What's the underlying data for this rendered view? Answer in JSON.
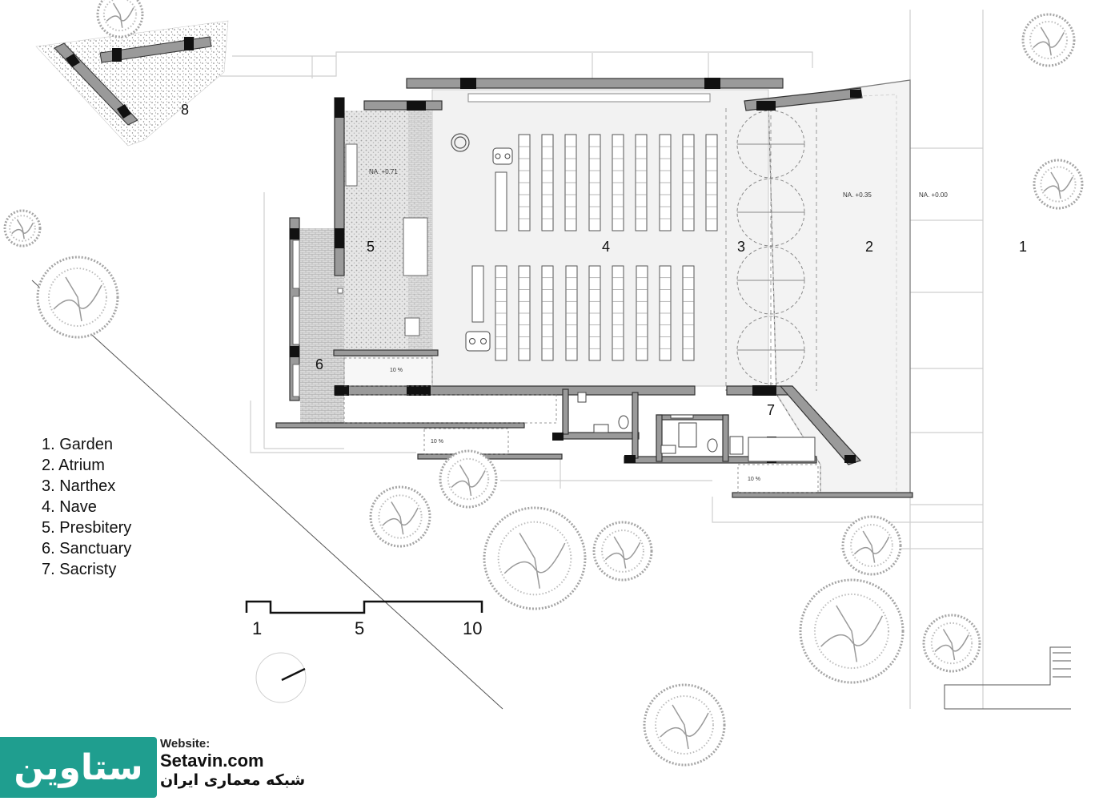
{
  "plan": {
    "zones": [
      {
        "key": "garden",
        "number": "1"
      },
      {
        "key": "atrium",
        "number": "2"
      },
      {
        "key": "narthex",
        "number": "3"
      },
      {
        "key": "nave",
        "number": "4"
      },
      {
        "key": "presbitery",
        "number": "5"
      },
      {
        "key": "sanctuary",
        "number": "6"
      },
      {
        "key": "sacristy",
        "number": "7"
      },
      {
        "key": "outbuilding",
        "number": "8"
      }
    ],
    "level_marks": {
      "presbitery": "NA. +0.71",
      "atrium": "NA. +0.35",
      "garden": "NA. +0.00"
    },
    "ramp_slope": "10 %",
    "pew_count": 18
  },
  "legend": [
    "1. Garden",
    "2. Atrium",
    "3. Narthex",
    "4. Nave",
    "5. Presbitery",
    "6. Sanctuary",
    "7. Sacristy"
  ],
  "scale_bar": {
    "labels": [
      "1",
      "5",
      "10"
    ]
  },
  "branding": {
    "logo_text": "ستاوین",
    "website_caption": "Website:",
    "website_url": "Setavin.com",
    "tagline": "شبکه معماری ایران",
    "accent_color": "#1f9e8f"
  },
  "colors": {
    "wall": "#8a8a8a",
    "wall_dark": "#111111",
    "floor": "#f2f2f2",
    "hatch": "#bdbdbd",
    "tree": "#9a9a9a"
  },
  "icons": [
    "tree-icon",
    "north-arrow-icon",
    "piano-icon",
    "toilet-icon"
  ]
}
